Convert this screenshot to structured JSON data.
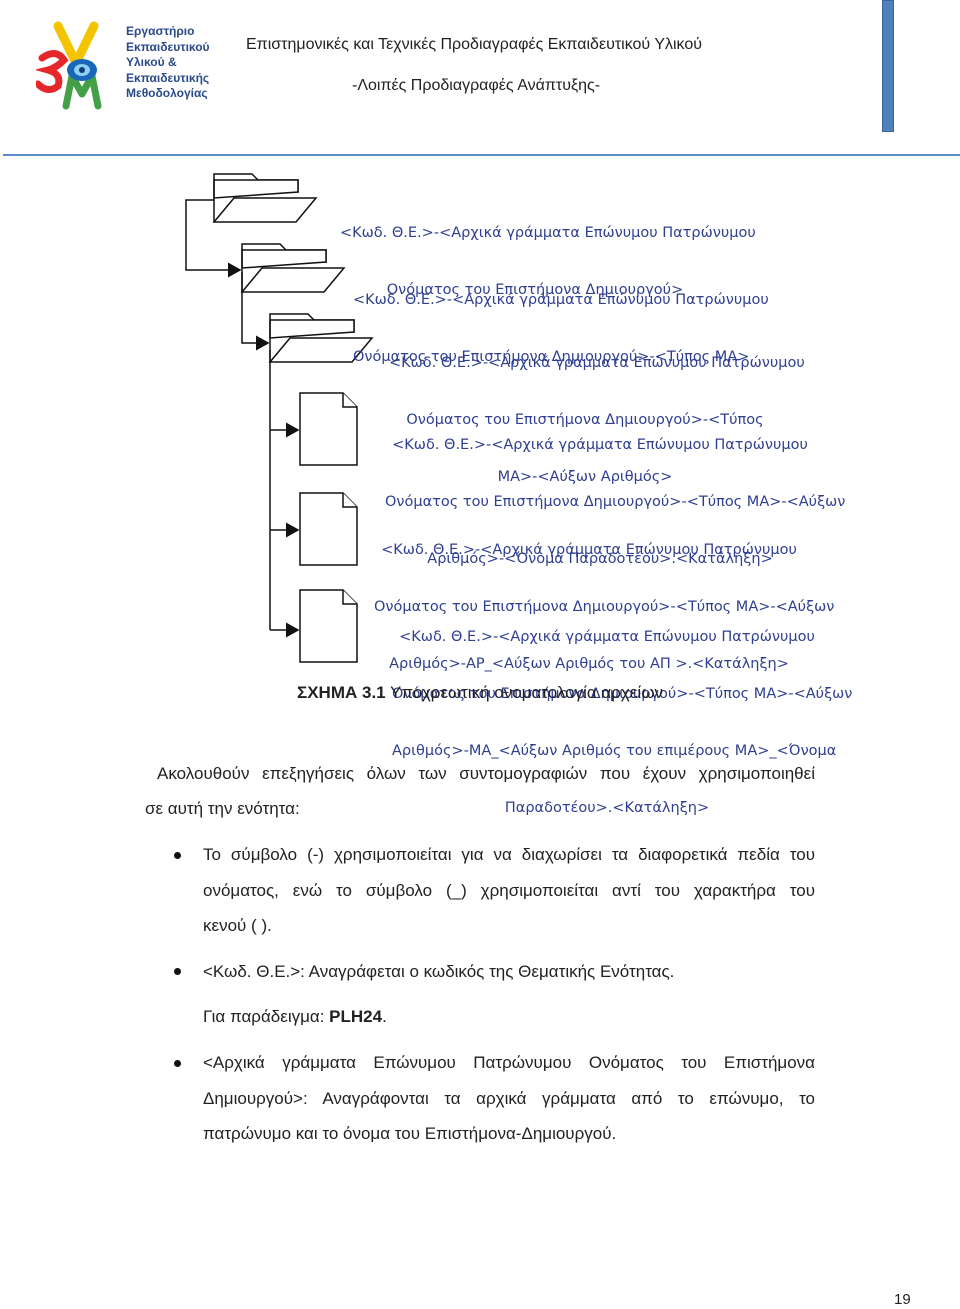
{
  "header": {
    "logo_lines": [
      "Εργαστήριο",
      "Εκπαιδευτικού",
      "Υλικού &",
      "Εκπαιδευτικής",
      "Μεθοδολογίας"
    ],
    "title": "Επιστημονικές και Τεχνικές Προδιαγραφές Εκπαιδευτικού Υλικού",
    "subtitle": "-Λοιπές Προδιαγραφές Ανάπτυξης-"
  },
  "diagram": {
    "items": [
      {
        "kind": "folder",
        "lines": [
          "<Κωδ. Θ.Ε.>-<Αρχικά γράμματα Επώνυμου Πατρώνυμου",
          "Ονόματος του Επιστήμονα Δημιουργού>"
        ]
      },
      {
        "kind": "folder",
        "lines": [
          "<Κωδ. Θ.Ε.>-<Αρχικά γράμματα Επώνυμου Πατρώνυμου",
          "Ονόματος του Επιστήμονα Δημιουργού>-<Τύπος ΜΑ>"
        ]
      },
      {
        "kind": "folder",
        "lines": [
          "<Κωδ. Θ.Ε.>-<Αρχικά γράμματα Επώνυμου Πατρώνυμου",
          "Ονόματος του Επιστήμονα Δημιουργού>-<Τύπος",
          "ΜΑ>-<Αύξων Αριθμός>"
        ]
      },
      {
        "kind": "file",
        "lines": [
          "<Κωδ. Θ.Ε.>-<Αρχικά γράμματα Επώνυμου Πατρώνυμου",
          "Ονόματος του Επιστήμονα Δημιουργού>-<Τύπος ΜΑ>-<Αύξων",
          "Αριθμός>-<Όνομα Παραδοτέου>.<Κατάληξη>"
        ]
      },
      {
        "kind": "file",
        "lines": [
          "<Κωδ. Θ.Ε.>-<Αρχικά γράμματα Επώνυμου Πατρώνυμου",
          "Ονόματος του Επιστήμονα Δημιουργού>-<Τύπος ΜΑ>-<Αύξων",
          "Αριθμός>-ΑΡ_<Αύξων Αριθμός του ΑΠ >.<Κατάληξη>"
        ]
      },
      {
        "kind": "file",
        "lines": [
          "<Κωδ. Θ.Ε.>-<Αρχικά γράμματα Επώνυμου Πατρώνυμου",
          "Ονόματος του Επιστήμονα Δημιουργού>-<Τύπος ΜΑ>-<Αύξων",
          "Αριθμός>-ΜΑ_<Αύξων Αριθμός του επιμέρους ΜΑ>_<Όνομα",
          "Παραδοτέου>.<Κατάληξη>"
        ]
      }
    ]
  },
  "caption": {
    "label": "ΣΧΗΜΑ 3.1",
    "text": " Υποχρεωτική ονοματολογία αρχείων"
  },
  "intro": {
    "line1": "Ακολουθούν επεξηγήσεις όλων των συντομογραφιών που έχουν χρησιμοποιηθεί",
    "line2": "σε αυτή την ενότητα:"
  },
  "bullets": {
    "b1_line1": "Το σύμβολο (-) χρησιμοποιείται για να διαχωρίσει τα διαφορετικά πεδία του",
    "b1_line2": "ονόματος, ενώ το σύμβολο (_) χρησιμοποιείται αντί του χαρακτήρα του",
    "b1_line3": "κενού ( ).",
    "b2_line1": "<Κωδ. Θ.Ε.>: Αναγράφεται ο κωδικός της Θεματικής Ενότητας.",
    "b2_example_prefix": "Για παράδειγμα: ",
    "b2_example_value": "PLH24",
    "b2_example_suffix": ".",
    "b3_line1": "<Αρχικά γράμματα Επώνυμου Πατρώνυμου Ονόματος του Επιστήμονα",
    "b3_line2": "Δημιουργού>: Αναγράφονται τα αρχικά γράμματα από το επώνυμο, το",
    "b3_line3": "πατρώνυμο και το όνομα του Επιστήμονα-Δημιουργού."
  },
  "footer": {
    "page_number": "19"
  },
  "colors": {
    "accent": "#4f81bd",
    "diagram_text": "#2f3f8f"
  }
}
